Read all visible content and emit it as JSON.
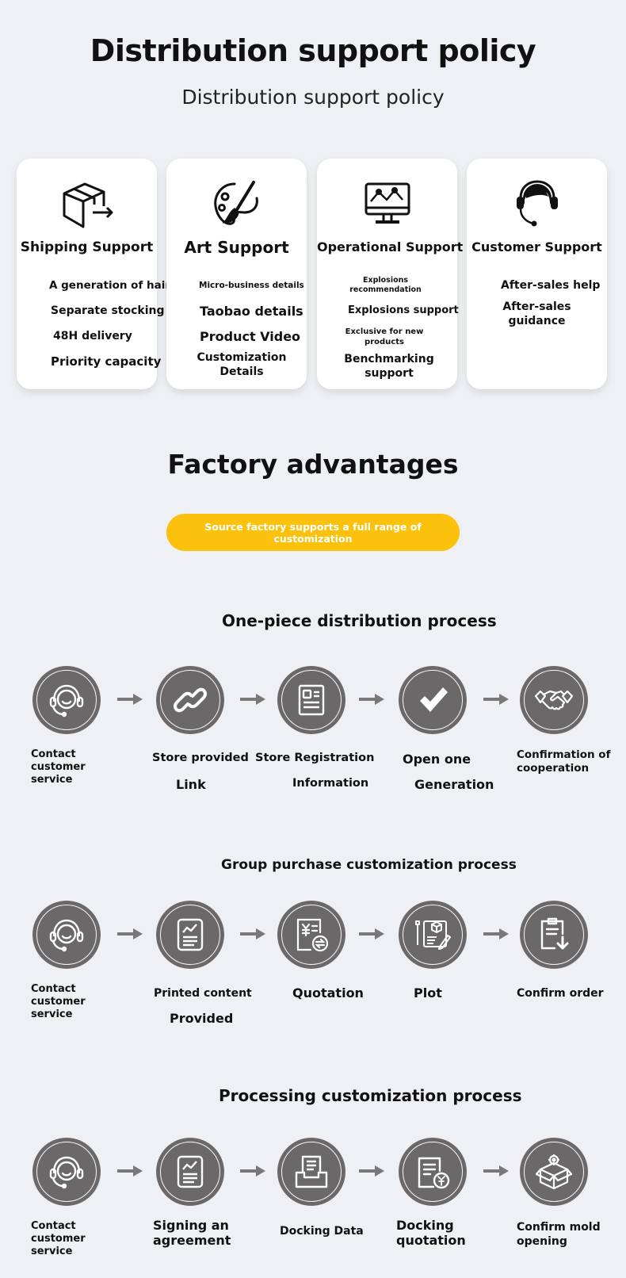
{
  "header": {
    "title": "Distribution support policy",
    "subtitle": "Distribution support policy"
  },
  "cards": [
    {
      "title": "Shipping Support",
      "icon": "box-delivery-icon",
      "lines": [
        "A generation of hair",
        "Separate stocking",
        "48H delivery",
        "Priority capacity"
      ]
    },
    {
      "title": "Art Support",
      "icon": "palette-brush-icon",
      "lines": [
        "Micro-business details",
        "Taobao details",
        "Product Video",
        "Customization Details"
      ]
    },
    {
      "title": "Operational Support",
      "icon": "monitor-chart-icon",
      "lines": [
        "Explosions recommendation",
        "Explosions support",
        "Exclusive for new products",
        "Benchmarking support"
      ]
    },
    {
      "title": "Customer Support",
      "icon": "headset-agent-icon",
      "lines": [
        "After-sales help",
        "After-sales guidance"
      ]
    }
  ],
  "factory": {
    "title": "Factory advantages",
    "pill": "Source factory supports a full range of customization"
  },
  "processes": [
    {
      "title": "One-piece distribution process",
      "steps": [
        {
          "icon": "headset-icon",
          "label": "Contact customer service"
        },
        {
          "icon": "link-icon",
          "label": "Store provided",
          "label2": "Link"
        },
        {
          "icon": "id-card-icon",
          "label": "Store Registration",
          "label2": "Information"
        },
        {
          "icon": "checkmark-icon",
          "label": "Open one",
          "label2": "Generation"
        },
        {
          "icon": "handshake-icon",
          "label": "Confirmation of cooperation"
        }
      ]
    },
    {
      "title": "Group purchase customization process",
      "steps": [
        {
          "icon": "headset-icon",
          "label": "Contact customer service"
        },
        {
          "icon": "document-chart-icon",
          "label": "Printed content",
          "label2": "Provided"
        },
        {
          "icon": "quotation-yen-icon",
          "label": "Quotation"
        },
        {
          "icon": "plot-drawing-icon",
          "label": "Plot"
        },
        {
          "icon": "clipboard-download-icon",
          "label": "Confirm order"
        }
      ]
    },
    {
      "title": "Processing customization process",
      "steps": [
        {
          "icon": "headset-icon",
          "label": "Contact customer service"
        },
        {
          "icon": "document-chart-icon",
          "label": "Signing an agreement"
        },
        {
          "icon": "printer-tray-icon",
          "label": "Docking Data"
        },
        {
          "icon": "quotation-doc-yen-icon",
          "label": "Docking quotation"
        },
        {
          "icon": "box-gear-icon",
          "label": "Confirm mold opening"
        }
      ]
    }
  ],
  "colors": {
    "background": "#eef0f3",
    "accent": "#fbc10d",
    "circle": "#6b6869",
    "arrow": "#7a7778"
  }
}
